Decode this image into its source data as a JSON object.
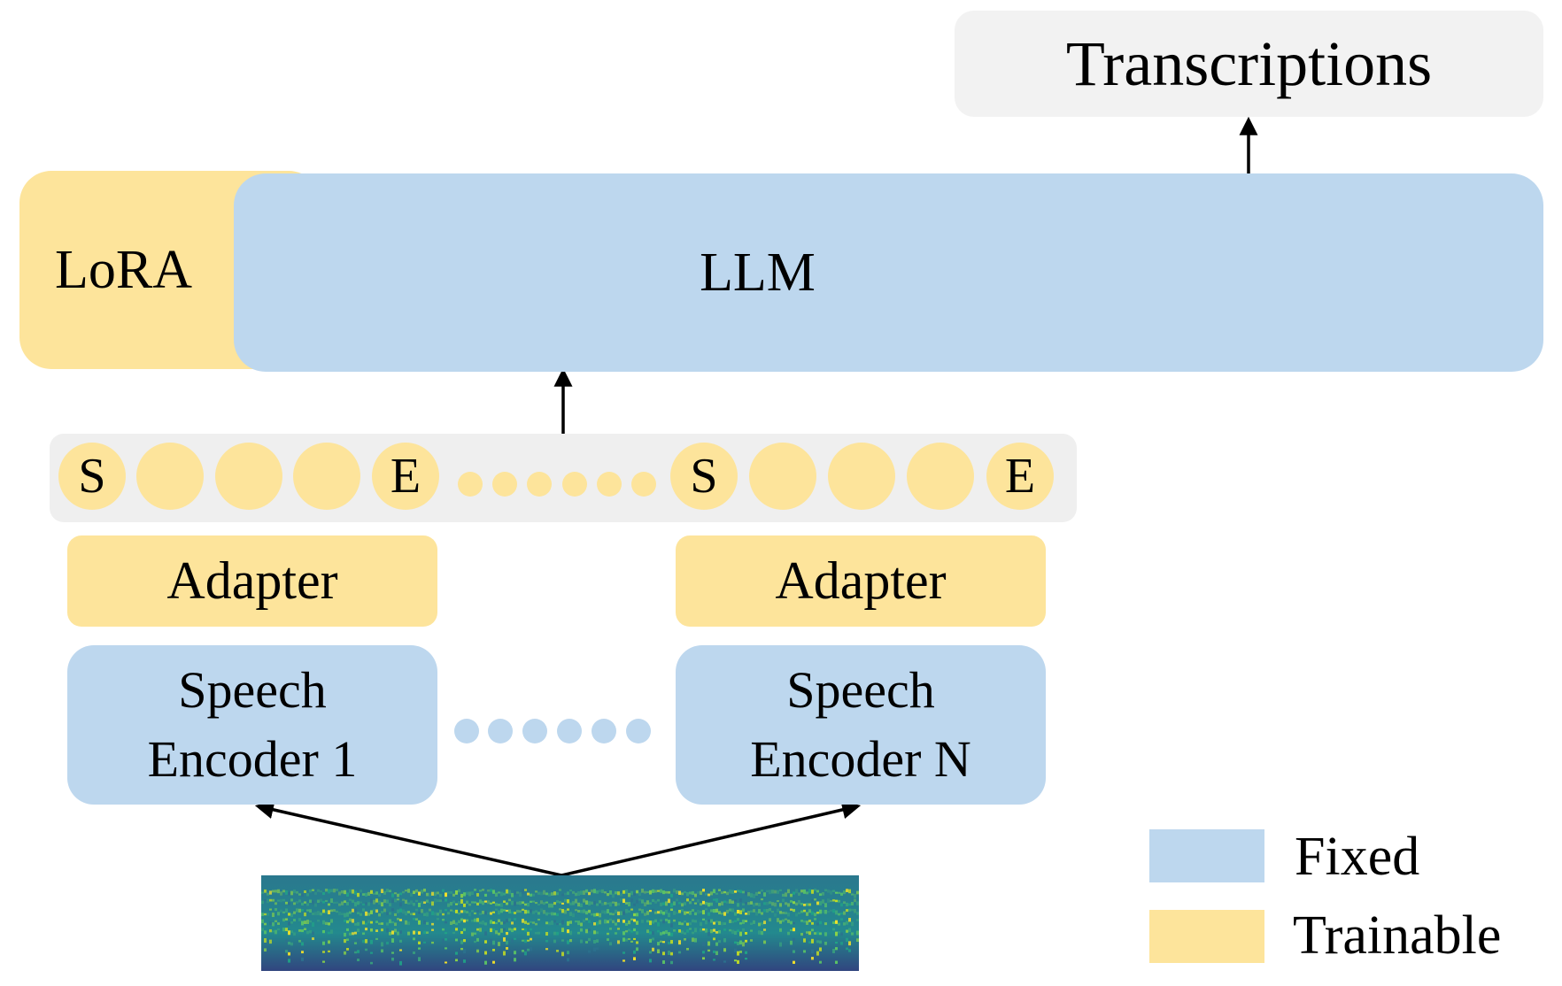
{
  "colors": {
    "fixed": "#bdd7ee",
    "trainable": "#fde49b",
    "output_box": "#f2f2f2",
    "token_bar": "#efefef"
  },
  "output": {
    "label": "Transcriptions"
  },
  "llm": {
    "label": "LLM"
  },
  "lora": {
    "label": "LoRA"
  },
  "tokens": {
    "group_1": [
      "S",
      "",
      "",
      "",
      "E"
    ],
    "group_2": [
      "S",
      "",
      "",
      "",
      "E"
    ]
  },
  "adapters": [
    {
      "label": "Adapter"
    },
    {
      "label": "Adapter"
    }
  ],
  "encoders": [
    {
      "line1": "Speech",
      "line2": "Encoder 1"
    },
    {
      "line1": "Speech",
      "line2": "Encoder N"
    }
  ],
  "legend": [
    {
      "label": "Fixed",
      "color": "#bdd7ee"
    },
    {
      "label": "Trainable",
      "color": "#fde49b"
    }
  ]
}
